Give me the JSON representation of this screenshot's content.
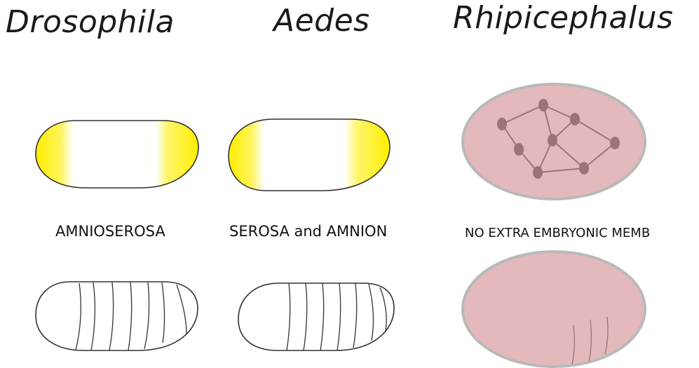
{
  "species": [
    {
      "name": "Drosophila",
      "caption": "AMNIOSEROSA"
    },
    {
      "name": "Aedes",
      "caption": "SEROSA and AMNION"
    },
    {
      "name": "Rhipicephalus",
      "caption": "NO EXTRA EMBRYONIC MEMB"
    }
  ],
  "colors": {
    "extraembryonic_highlight": "#ffee00",
    "tick_embryo_fill": "#e4b9bc",
    "tick_embryo_border": "#b9b9b9",
    "network_nodes": "#9a7479",
    "outline": "#333333"
  },
  "icons": {
    "network": "cell-network-icon",
    "segments": "segment-stripes-icon"
  }
}
